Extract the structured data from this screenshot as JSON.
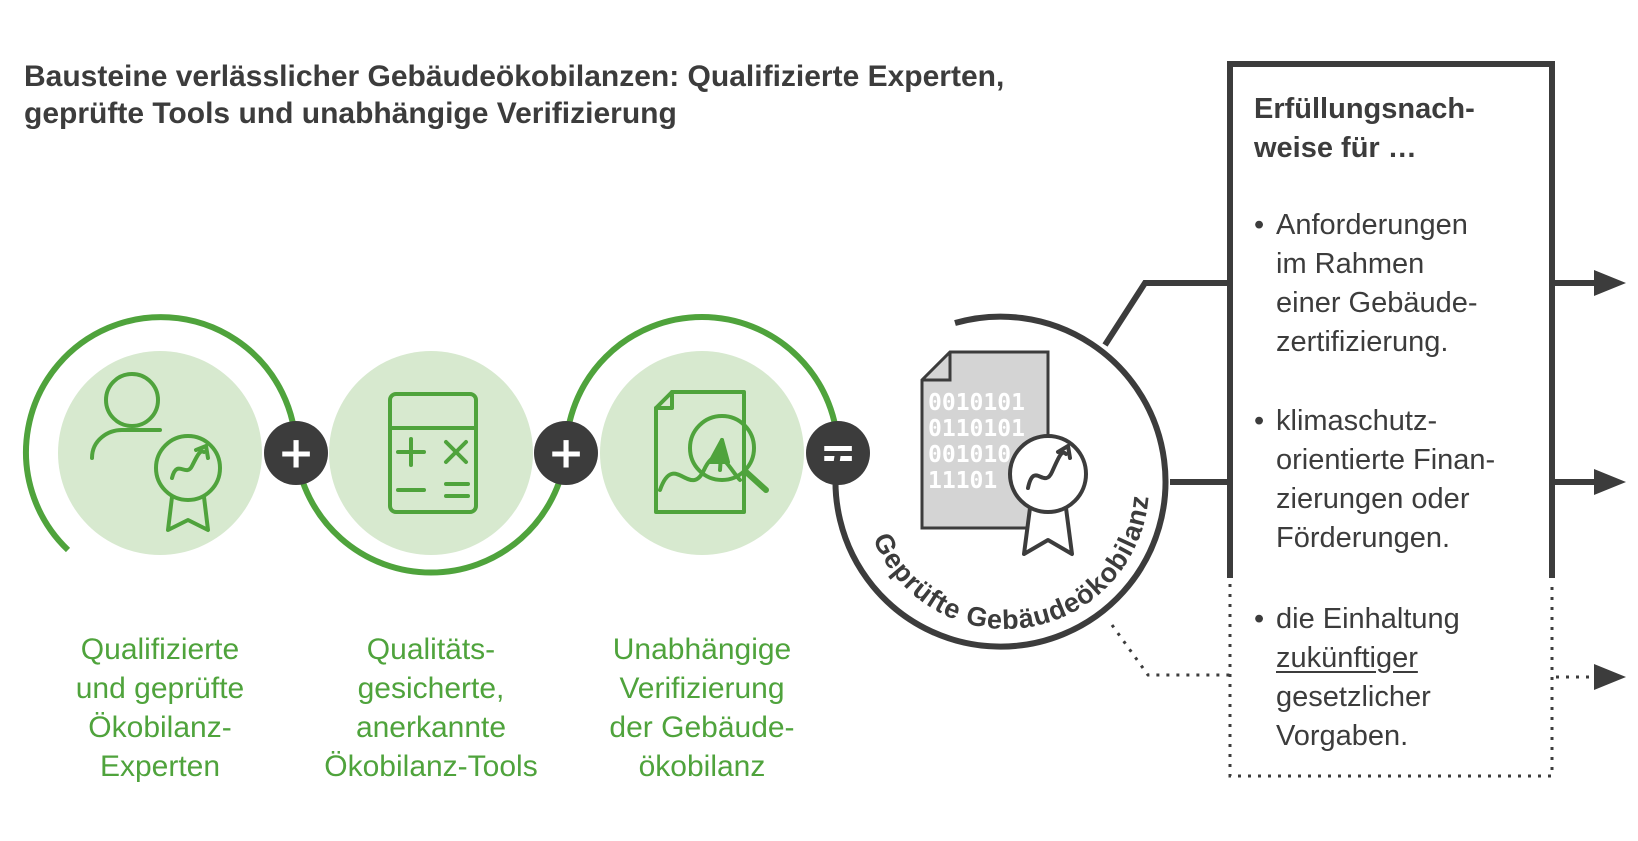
{
  "title_lines": [
    "Bausteine verlässlicher Gebäudeökobilanzen: Qualifizierte Experten,",
    "geprüfte Tools und unabhängige Verifizierung"
  ],
  "steps": [
    {
      "icon": "expert-with-badge-icon",
      "label_lines": [
        "Qualifizierte",
        "und geprüfte",
        "Ökobilanz-",
        "Experten"
      ]
    },
    {
      "icon": "calculator-icon",
      "label_lines": [
        "Qualitäts-",
        "gesicherte,",
        "anerkannte",
        "Ökobilanz-Tools"
      ]
    },
    {
      "icon": "document-magnifier-icon",
      "label_lines": [
        "Unabhängige",
        "Verifizierung",
        "der Gebäude-",
        "ökobilanz"
      ]
    }
  ],
  "operators": [
    "+",
    "+",
    "="
  ],
  "result": {
    "label": "Geprüfte Gebäudeökobilanz",
    "binary_lines": [
      "0010101",
      "0110101",
      "001010",
      "11101"
    ],
    "icon": "certified-document-icon"
  },
  "box": {
    "title_lines": [
      "Erfüllungsnach-",
      "weise für …"
    ],
    "bullets": [
      {
        "lines": [
          "Anforderungen",
          "im Rahmen",
          "einer Gebäude-",
          "zertifizierung."
        ],
        "style": "solid"
      },
      {
        "lines": [
          "klimaschutz-",
          "orientierte Finan-",
          "zierungen oder",
          "Förderungen."
        ],
        "style": "solid"
      },
      {
        "lines": [
          "die Einhaltung",
          "zukünftiger",
          "gesetzlicher",
          "Vorgaben."
        ],
        "underline_line": 1,
        "style": "dotted"
      }
    ]
  },
  "colors": {
    "green": "#4fa33c",
    "light_green": "#d7e9cf",
    "dark": "#3c3c3c",
    "document_grey": "#d4d4d4"
  }
}
